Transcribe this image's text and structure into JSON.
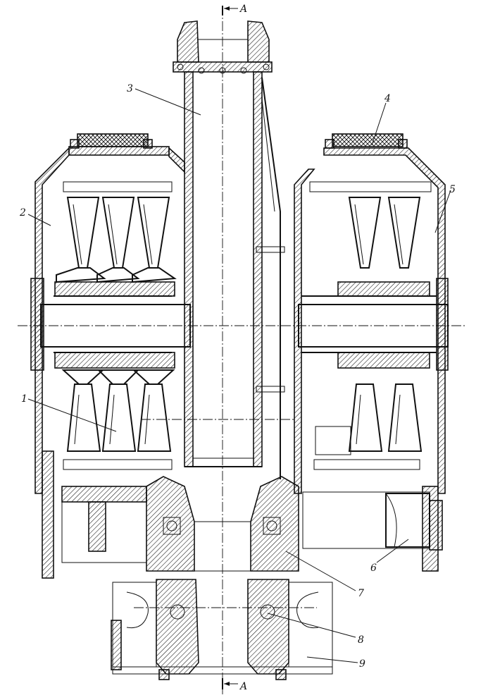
{
  "section": {
    "top": "A",
    "bottom": "A"
  },
  "callouts": [
    {
      "id": "1",
      "label": "1"
    },
    {
      "id": "2",
      "label": "2"
    },
    {
      "id": "3",
      "label": "3"
    },
    {
      "id": "4",
      "label": "4"
    },
    {
      "id": "5",
      "label": "5"
    },
    {
      "id": "6",
      "label": "6"
    },
    {
      "id": "7",
      "label": "7"
    },
    {
      "id": "8",
      "label": "8"
    },
    {
      "id": "9",
      "label": "9"
    }
  ],
  "colors": {
    "ink": "#111111",
    "paper": "#ffffff"
  }
}
